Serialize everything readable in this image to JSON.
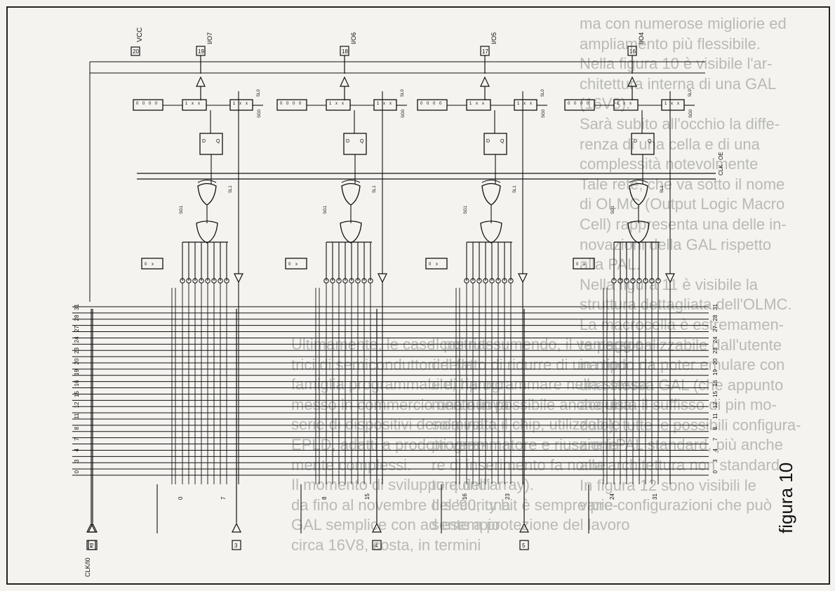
{
  "figure": {
    "caption": "figura 10"
  },
  "background_text": {
    "right_column_top": [
      "ma con numerose migliorie ed",
      "ampliamento più flessibile.",
      "Nella figura 10 è visibile l'ar-",
      "chitettura interna di una GAL",
      "(16V8).",
      "Sarà subito all'occhio la diffe-",
      "renza di una cella e di una",
      "complessità notevolmente",
      "Tale rete, che va sotto il nome",
      "di OLMC (Output Logic Macro",
      "Cell) rappresenta una delle in-",
      "novazioni della GAL rispetto",
      "alla PAL.",
      "Nella figura 11 è visibile la",
      "struttura dettagliata dell'OLMC.",
      "La macrocella è estremamen-",
      "te personalizzabile dall'utente",
      "in modo da poter emulare con",
      "una stessa GAL (che appunto",
      "acquista il suffisso di pin mo-",
      "dulo), tutte le possibili configura-",
      "zioni PAL standard, più anche",
      "alla architettura non standard.",
      "In figura 12 sono visibili le",
      "varie configurazioni che può"
    ],
    "mid_column": [
      "Il poi riassumendo, il vantaggio",
      "del fatto di ridurre di una tipo",
      "e di riprogrammare nella stessa",
      "mente in possibile anche una",
      "sola volta il chip, utilizzabile",
      "programmatore e riusare le",
      "re di inserimento fa nome",
      "tura dell'array).",
      "Il security bit è sempre pre-",
      "sente a protezione del lavoro"
    ],
    "left_column": [
      "Ultimamente, le case costrut-",
      "trici di semiconduttori della",
      "famiglia programmabile, hanno",
      "messo in commercio una nuova",
      "serie di dispositivi denominata",
      "EPLD, adatti a prodotti vera-",
      "mente complessi.",
      "Il momento di sviluppo quindi",
      "da fino al novembre del '90, una",
      "GAL semplice con ad esempio",
      "circa 16V8, costa, in termini"
    ]
  },
  "labels": {
    "vcc_pin": "20",
    "vcc_label": "VCC",
    "io_pins": [
      {
        "pin": "19",
        "label": "I/O7"
      },
      {
        "pin": "18",
        "label": "I/O6"
      },
      {
        "pin": "17",
        "label": "I/O5"
      },
      {
        "pin": "16",
        "label": "I/O4"
      }
    ],
    "input_pins": [
      "1",
      "2",
      "3",
      "4",
      "5"
    ],
    "clk_label": "CLK/I0",
    "oe_label": "OE",
    "clk_side_label": "CLK",
    "row_numbers": [
      "31",
      "28",
      "27",
      "24",
      "23",
      "20",
      "19",
      "16",
      "15",
      "12",
      "11",
      "8",
      "7",
      "4",
      "3",
      "0"
    ],
    "col_labels": [
      {
        "a": "0",
        "b": "7"
      },
      {
        "a": "8",
        "b": "15"
      },
      {
        "a": "16",
        "b": "23"
      },
      {
        "a": "24",
        "b": "31"
      }
    ],
    "sl_labels": [
      "SL0",
      "SL1",
      "SG1",
      "SG0"
    ],
    "ff_labels": [
      "D",
      "Q",
      "Q"
    ],
    "mux_bits": [
      "0",
      "0",
      "0",
      "0",
      "1",
      "x",
      "x"
    ]
  },
  "colors": {
    "ink": "#111111",
    "paper": "#f4f3ef",
    "ghost": "#b9b9b6"
  }
}
